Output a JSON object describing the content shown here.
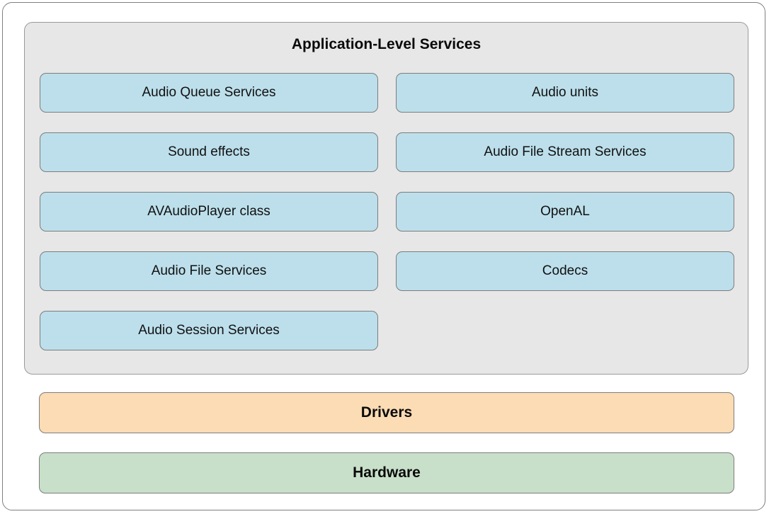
{
  "diagram": {
    "title": "Application-Level Services",
    "colors": {
      "frame_border": "#7f7f7f",
      "panel_background": "#e7e7e7",
      "panel_border": "#9a9a9a",
      "service_fill": "#bcdfeb",
      "service_border": "#7d7d7d",
      "drivers_fill": "#fbdcb4",
      "hardware_fill": "#c8e0c9",
      "text": "#111111",
      "page_background": "#ffffff"
    },
    "service_rows": [
      {
        "left": "Audio Queue Services",
        "right": "Audio units"
      },
      {
        "left": "Sound effects",
        "right": "Audio File Stream Services"
      },
      {
        "left": "AVAudioPlayer class",
        "right": "OpenAL"
      },
      {
        "left": "Audio File Services",
        "right": "Codecs"
      },
      {
        "left": "Audio Session Services",
        "right": ""
      }
    ],
    "layers": [
      {
        "label": "Drivers"
      },
      {
        "label": "Hardware"
      }
    ]
  }
}
